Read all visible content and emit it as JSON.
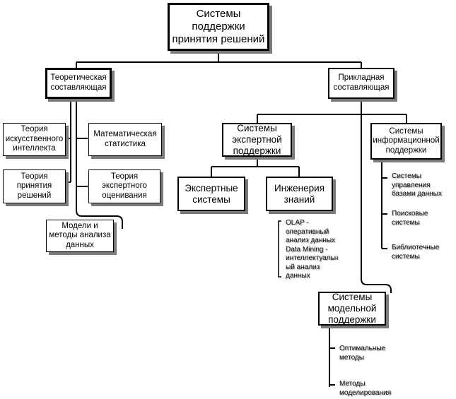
{
  "root": "Системы\nподдержки\nпринятия решений",
  "theoretical": {
    "title": "Теоретическая\nсоставляющая",
    "items": [
      "Теория\nискусственного\nинтеллекта",
      "Математическая\nстатистика",
      "Теория\nпринятия\nрешений",
      "Теория\nэкспертного\nоценивания",
      "Модели и\nметоды анализа\nданных"
    ]
  },
  "applied": {
    "title": "Прикладная\nсоставляющая",
    "expert_support": {
      "title": "Системы\nэкспертной\nподдержки",
      "expert_systems": "Экспертные\nсистемы",
      "knowledge_engineering": "Инженерия\nзнаний",
      "knowledge_notes": "OLAP -\nоперативный\nанализ данных\nData Mining -\nинтеллектуальн\nый анализ\nданных"
    },
    "info_support": {
      "title": "Системы\nинформационной\nподдержки",
      "items": [
        "Системы\nуправления\nбазами данных",
        "Поисковые\nсистемы",
        "Библиотечные\nсистемы"
      ]
    },
    "model_support": {
      "title": "Системы\nмодельной\nподдержки",
      "items": [
        "Оптимальные\nметоды",
        "Методы\nмоделирования"
      ]
    }
  }
}
